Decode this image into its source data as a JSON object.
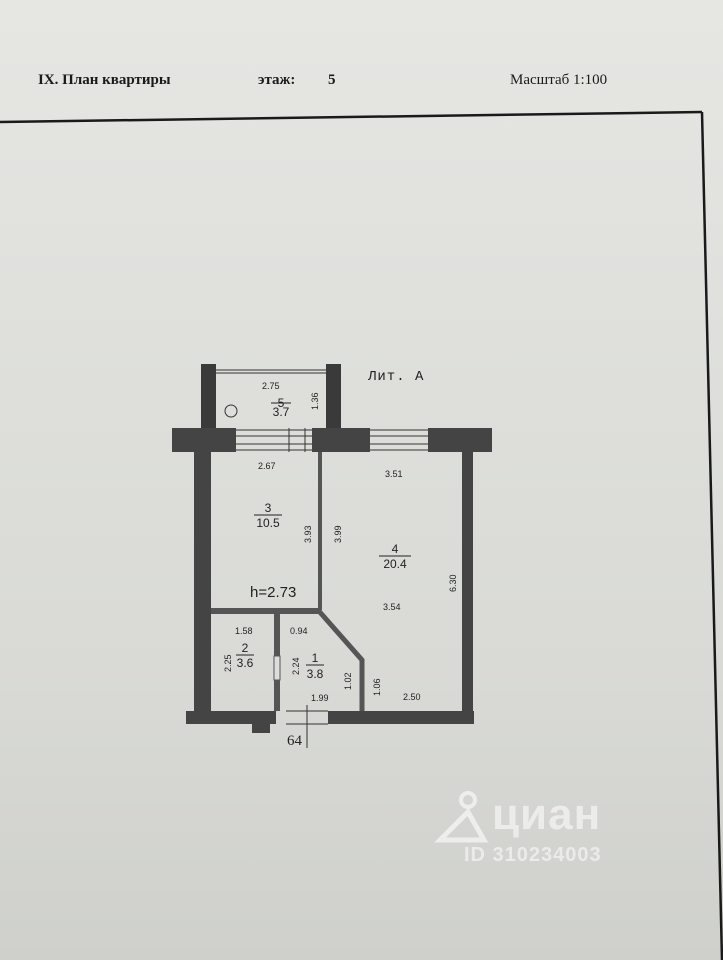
{
  "header": {
    "title": "IX. План квартиры",
    "floor_label": "этаж:",
    "floor_value": "5",
    "scale": "Масштаб 1:100"
  },
  "plan": {
    "letter": "Лит. А",
    "ceiling_height": "h=2.73",
    "inventory_number": "64",
    "rooms": [
      {
        "number": "1",
        "area": "3.8"
      },
      {
        "number": "2",
        "area": "3.6"
      },
      {
        "number": "3",
        "area": "10.5"
      },
      {
        "number": "4",
        "area": "20.4"
      },
      {
        "number": "5",
        "area": "3.7"
      }
    ],
    "dimensions": {
      "balcony_width": "2.75",
      "balcony_depth": "1.36",
      "room3_width": "2.67",
      "room3_depth": "3.93",
      "room4_top_width": "3.51",
      "room4_left_height": "3.99",
      "room4_right_height": "6.30",
      "room4_mid_width": "3.54",
      "room4_bottom_width": "2.50",
      "room4_diag_small": "1.06",
      "room1_top": "0.94",
      "room1_side": "2.24",
      "room1_diag": "1.02",
      "room1_bottom": "1.99",
      "room2_width": "1.58",
      "room2_height": "2.25"
    }
  },
  "watermark": {
    "brand": "циан",
    "id": "ID 310234003"
  }
}
